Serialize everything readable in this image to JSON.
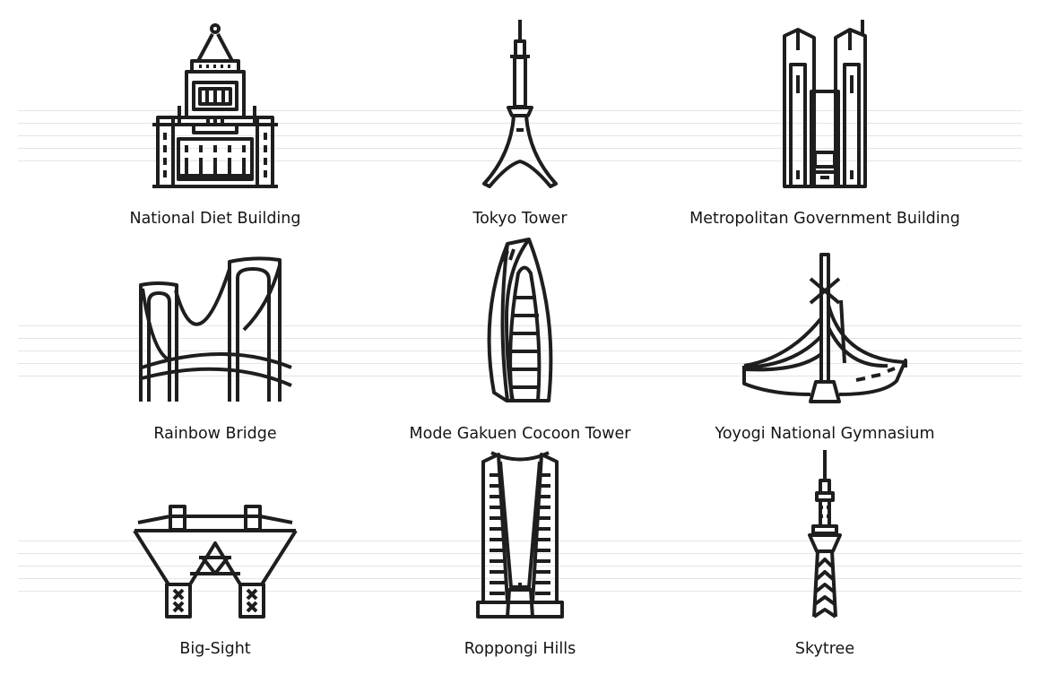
{
  "landmarks": [
    {
      "label": "National Diet Building",
      "icon": "national-diet-building-icon"
    },
    {
      "label": "Tokyo Tower",
      "icon": "tokyo-tower-icon"
    },
    {
      "label": "Metropolitan Government Building",
      "icon": "metropolitan-government-building-icon"
    },
    {
      "label": "Rainbow Bridge",
      "icon": "rainbow-bridge-icon"
    },
    {
      "label": "Mode Gakuen Cocoon Tower",
      "icon": "cocoon-tower-icon"
    },
    {
      "label": "Yoyogi National Gymnasium",
      "icon": "yoyogi-gymnasium-icon"
    },
    {
      "label": "Big-Sight",
      "icon": "big-sight-icon"
    },
    {
      "label": "Roppongi Hills",
      "icon": "roppongi-hills-icon"
    },
    {
      "label": "Skytree",
      "icon": "skytree-icon"
    }
  ],
  "colors": {
    "stroke": "#1e1e1e",
    "guides": "#e4e4e4",
    "text": "#151515"
  }
}
